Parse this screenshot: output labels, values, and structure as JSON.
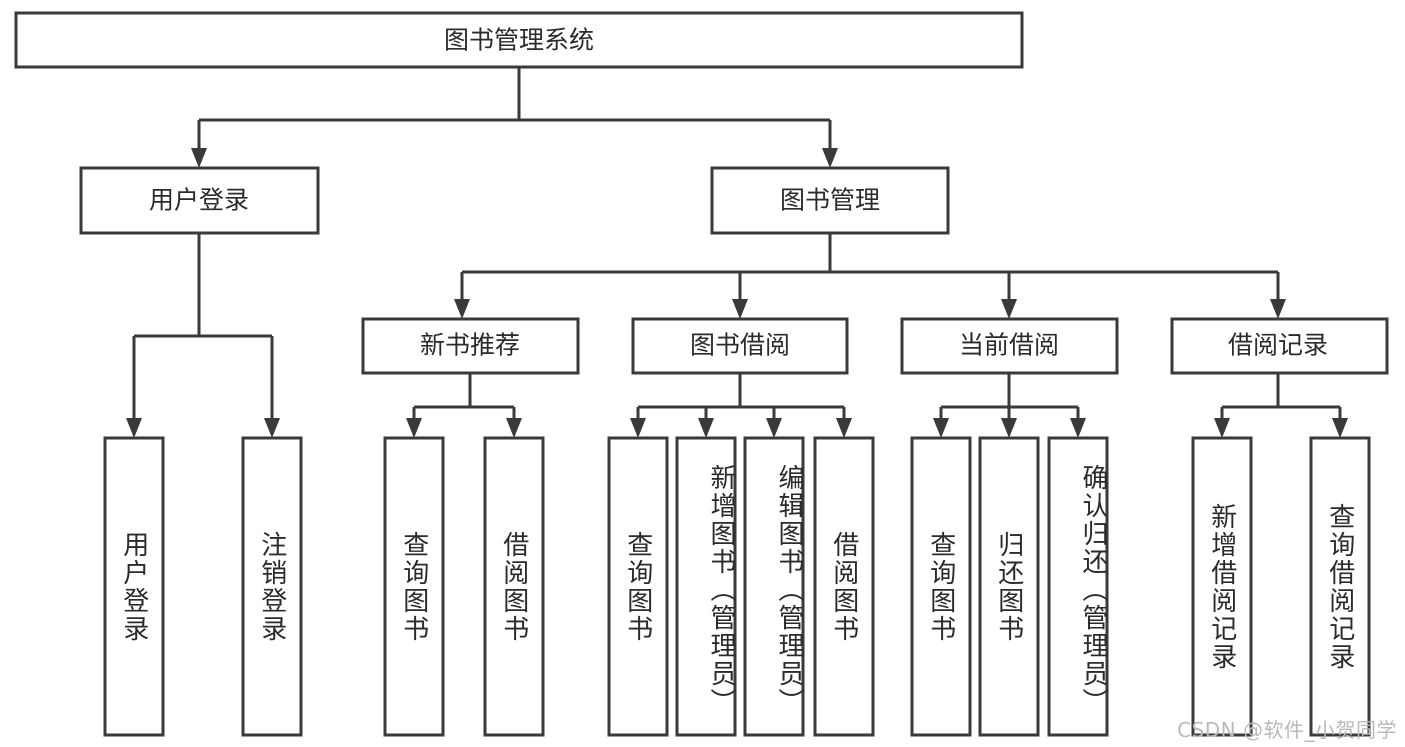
{
  "diagram": {
    "title_node": {
      "label": "图书管理系统"
    },
    "level2": [
      {
        "id": "user-login",
        "label": "用户登录"
      },
      {
        "id": "book-management",
        "label": "图书管理"
      }
    ],
    "level3": [
      {
        "id": "new-book-recommend",
        "label": "新书推荐"
      },
      {
        "id": "book-borrow",
        "label": "图书借阅"
      },
      {
        "id": "current-borrow",
        "label": "当前借阅"
      },
      {
        "id": "borrow-record",
        "label": "借阅记录"
      }
    ],
    "leaves": {
      "user_login": [
        {
          "id": "leaf-user-login",
          "label": "用户登录"
        },
        {
          "id": "leaf-logout",
          "label": "注销登录"
        }
      ],
      "new_book_recommend": [
        {
          "id": "leaf-query-book-1",
          "label": "查询图书"
        },
        {
          "id": "leaf-borrow-book-1",
          "label": "借阅图书"
        }
      ],
      "book_borrow": [
        {
          "id": "leaf-query-book-2",
          "label": "查询图书"
        },
        {
          "id": "leaf-add-book",
          "label": "新增图书（管理员）"
        },
        {
          "id": "leaf-edit-book",
          "label": "编辑图书（管理员）"
        },
        {
          "id": "leaf-borrow-book-2",
          "label": "借阅图书"
        }
      ],
      "current_borrow": [
        {
          "id": "leaf-query-book-3",
          "label": "查询图书"
        },
        {
          "id": "leaf-return-book",
          "label": "归还图书"
        },
        {
          "id": "leaf-confirm-return",
          "label": "确认归还（管理员）"
        }
      ],
      "borrow_record": [
        {
          "id": "leaf-add-record",
          "label": "新增借阅记录"
        },
        {
          "id": "leaf-query-record",
          "label": "查询借阅记录"
        }
      ]
    },
    "watermark": "CSDN @软件_小贺同学",
    "colors": {
      "stroke": "#3a3a3a",
      "fill": "#ffffff",
      "text": "#2b2b2b",
      "watermark": "#b9b9b9"
    }
  }
}
